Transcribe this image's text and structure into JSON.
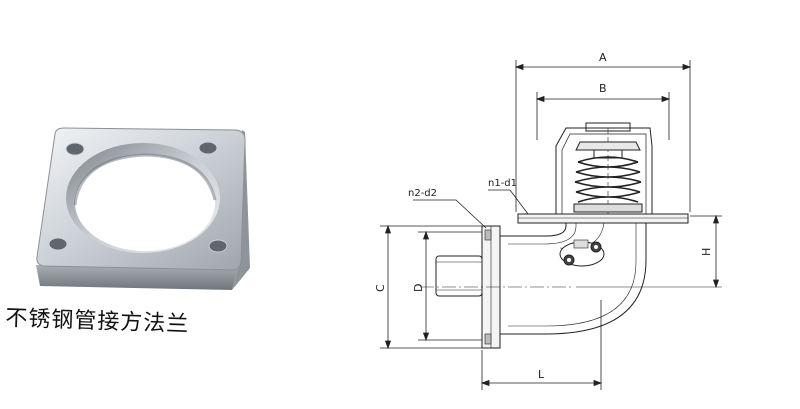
{
  "photo": {
    "caption": "不锈钢管接方法兰"
  },
  "drawing": {
    "dimensions": {
      "A": "A",
      "B": "B",
      "C": "C",
      "D": "D",
      "H": "H",
      "L": "L"
    },
    "callouts": {
      "bottom_holes": "n1-d1",
      "side_holes": "n2-d2"
    }
  }
}
